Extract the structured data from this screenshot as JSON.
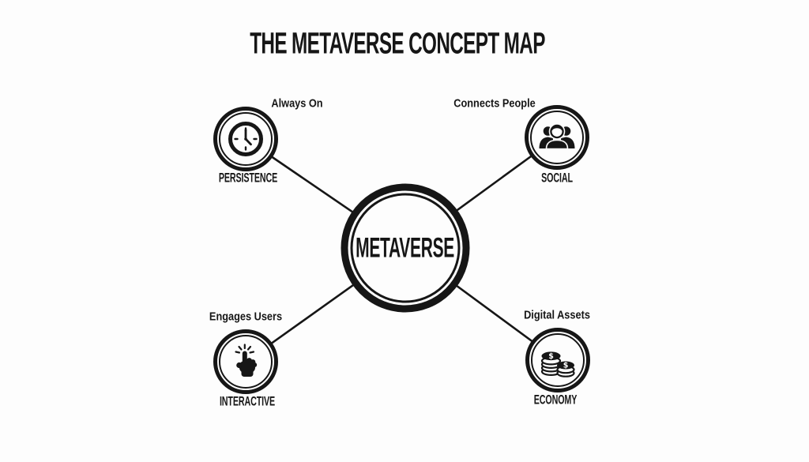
{
  "title": "THE METAVERSE CONCEPT MAP",
  "center": {
    "label": "METAVERSE"
  },
  "nodes": [
    {
      "id": "persistence",
      "tagline": "Always On",
      "name": "PERSISTENCE",
      "icon": "clock-icon"
    },
    {
      "id": "social",
      "tagline": "Connects People",
      "name": "SOCIAL",
      "icon": "people-group-icon"
    },
    {
      "id": "interactive",
      "tagline": "Engages Users",
      "name": "INTERACTIVE",
      "icon": "tap-hand-icon"
    },
    {
      "id": "economy",
      "tagline": "Digital Assets",
      "name": "ECONOMY",
      "icon": "coin-stacks-icon"
    }
  ],
  "icon_glyphs": {
    "dollar_sign": "$"
  },
  "colors": {
    "ink": "#161616",
    "background": "#fdfdfd"
  }
}
